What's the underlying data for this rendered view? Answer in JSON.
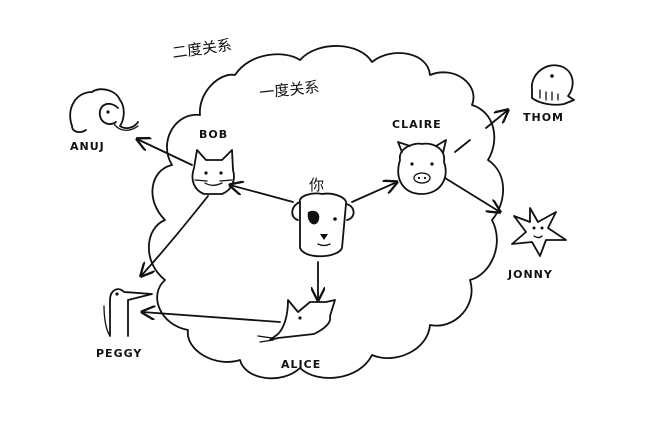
{
  "regions": {
    "outer_label": "二度关系",
    "inner_label": "一度关系"
  },
  "nodes": {
    "you": "你",
    "bob": "BOB",
    "claire": "CLAIRE",
    "alice": "ALICE",
    "anuj": "ANUJ",
    "peggy": "PEGGY",
    "thom": "THOM",
    "jonny": "JONNY"
  },
  "edges": [
    {
      "from": "you",
      "to": "bob"
    },
    {
      "from": "you",
      "to": "claire"
    },
    {
      "from": "you",
      "to": "alice"
    },
    {
      "from": "bob",
      "to": "anuj"
    },
    {
      "from": "bob",
      "to": "peggy"
    },
    {
      "from": "alice",
      "to": "peggy"
    },
    {
      "from": "claire",
      "to": "thom"
    },
    {
      "from": "claire",
      "to": "jonny"
    }
  ]
}
